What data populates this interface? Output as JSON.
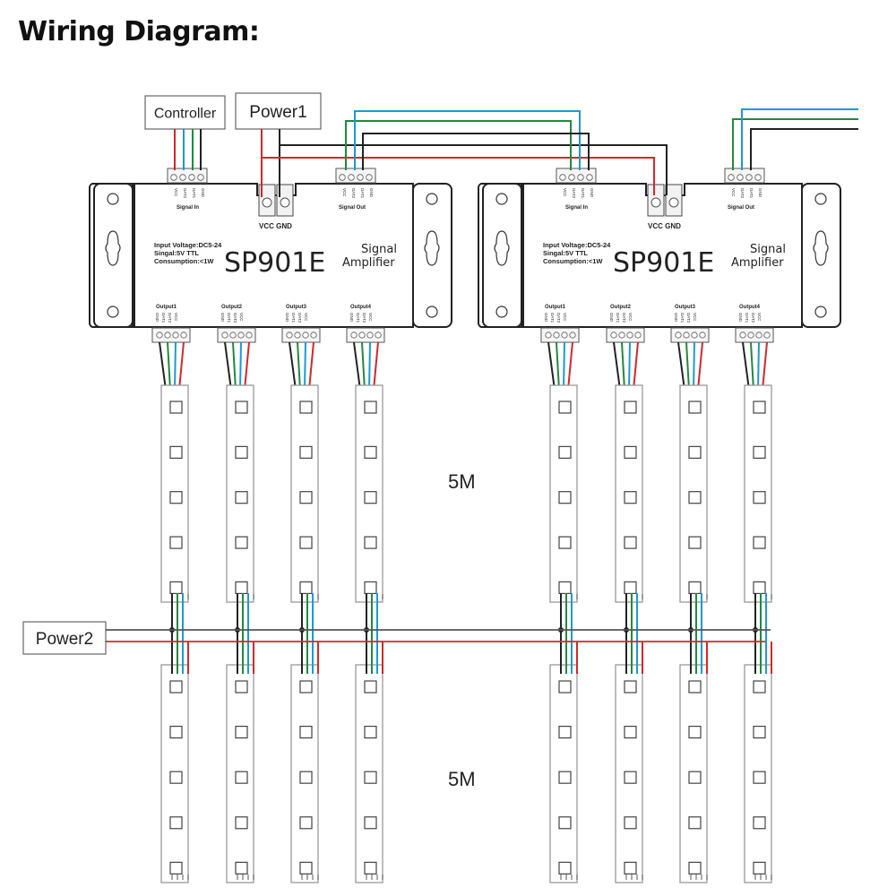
{
  "title": "Wiring Diagram:",
  "controller_label": "Controller",
  "power1_label": "Power1",
  "power2_label": "Power2",
  "length_labels": [
    "5M",
    "5M"
  ],
  "colors": {
    "vcc": "#d7262b",
    "dat1": "#1a9ad6",
    "dat2": "#1f8a3c",
    "gnd": "#222222",
    "power_gnd": "#555555"
  },
  "amplifiers": [
    {
      "model": "SP901E",
      "type_line1": "Signal",
      "type_line2": "Amplifier",
      "specs": [
        "Input Voltage:DC5-24",
        "Singal:5V TTL",
        "Consumption:<1W"
      ],
      "signal_in_label": "Signal In",
      "signal_out_label": "Signal Out",
      "power_terminal_labels": "VCC  GND",
      "signal_in_pins": [
        "VCC",
        "DAT2",
        "DAT1",
        "GND"
      ],
      "signal_out_pins": [
        "VCC",
        "DAT2",
        "DAT1",
        "GND"
      ],
      "outputs": [
        "Output1",
        "Output2",
        "Output3",
        "Output4"
      ],
      "output_pins": [
        "GND",
        "DAT1",
        "DAT2",
        "VCC"
      ]
    },
    {
      "model": "SP901E",
      "type_line1": "Signal",
      "type_line2": "Amplifier",
      "specs": [
        "Input Voltage:DC5-24",
        "Singal:5V TTL",
        "Consumption:<1W"
      ],
      "signal_in_label": "Signal In",
      "signal_out_label": "Signal Out",
      "power_terminal_labels": "VCC  GND",
      "signal_in_pins": [
        "VCC",
        "DAT2",
        "DAT1",
        "GND"
      ],
      "signal_out_pins": [
        "VCC",
        "DAT2",
        "DAT1",
        "GND"
      ],
      "outputs": [
        "Output1",
        "Output2",
        "Output3",
        "Output4"
      ],
      "output_pins": [
        "GND",
        "DAT1",
        "DAT2",
        "VCC"
      ]
    }
  ],
  "strip_rows": 2,
  "leds_per_strip_segment": 5
}
